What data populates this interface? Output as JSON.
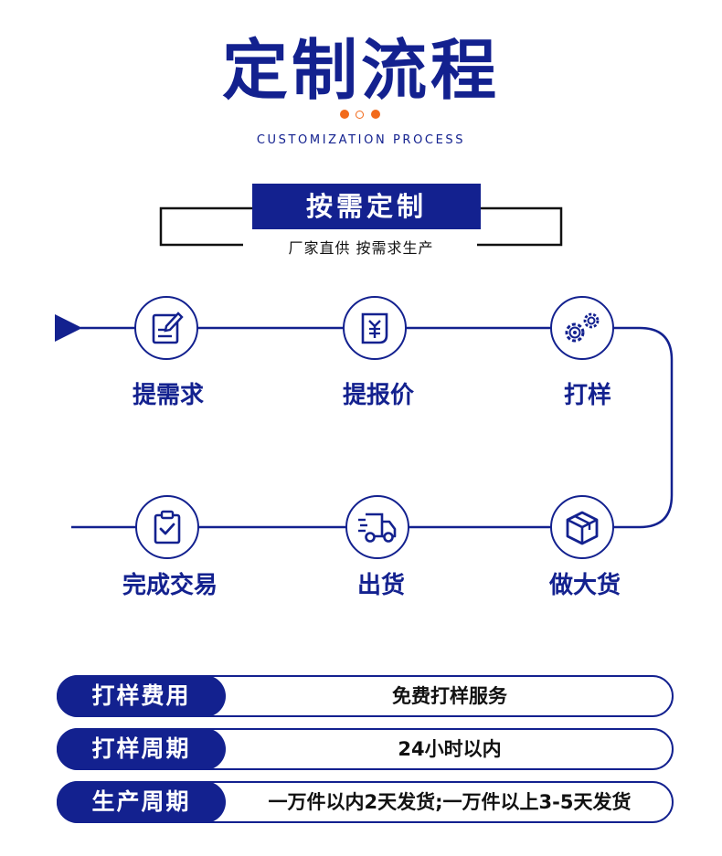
{
  "header": {
    "title": "定制流程",
    "subtitle": "CUSTOMIZATION PROCESS"
  },
  "banner": {
    "title": "按需定制",
    "subtitle": "厂家直供 按需求生产"
  },
  "steps": [
    {
      "label": "提需求",
      "icon": "edit-form-icon"
    },
    {
      "label": "提报价",
      "icon": "price-document-icon"
    },
    {
      "label": "打样",
      "icon": "gears-icon"
    },
    {
      "label": "做大货",
      "icon": "box-icon"
    },
    {
      "label": "出货",
      "icon": "delivery-truck-icon"
    },
    {
      "label": "完成交易",
      "icon": "clipboard-check-icon"
    }
  ],
  "info_rows": [
    {
      "tag": "打样费用",
      "value": "免费打样服务"
    },
    {
      "tag": "打样周期",
      "value": "24小时以内"
    },
    {
      "tag": "生产周期",
      "value": "一万件以内2天发货;一万件以上3-5天发货"
    }
  ],
  "colors": {
    "primary": "#13218f",
    "accent": "#f26a1b",
    "background": "#ffffff"
  }
}
